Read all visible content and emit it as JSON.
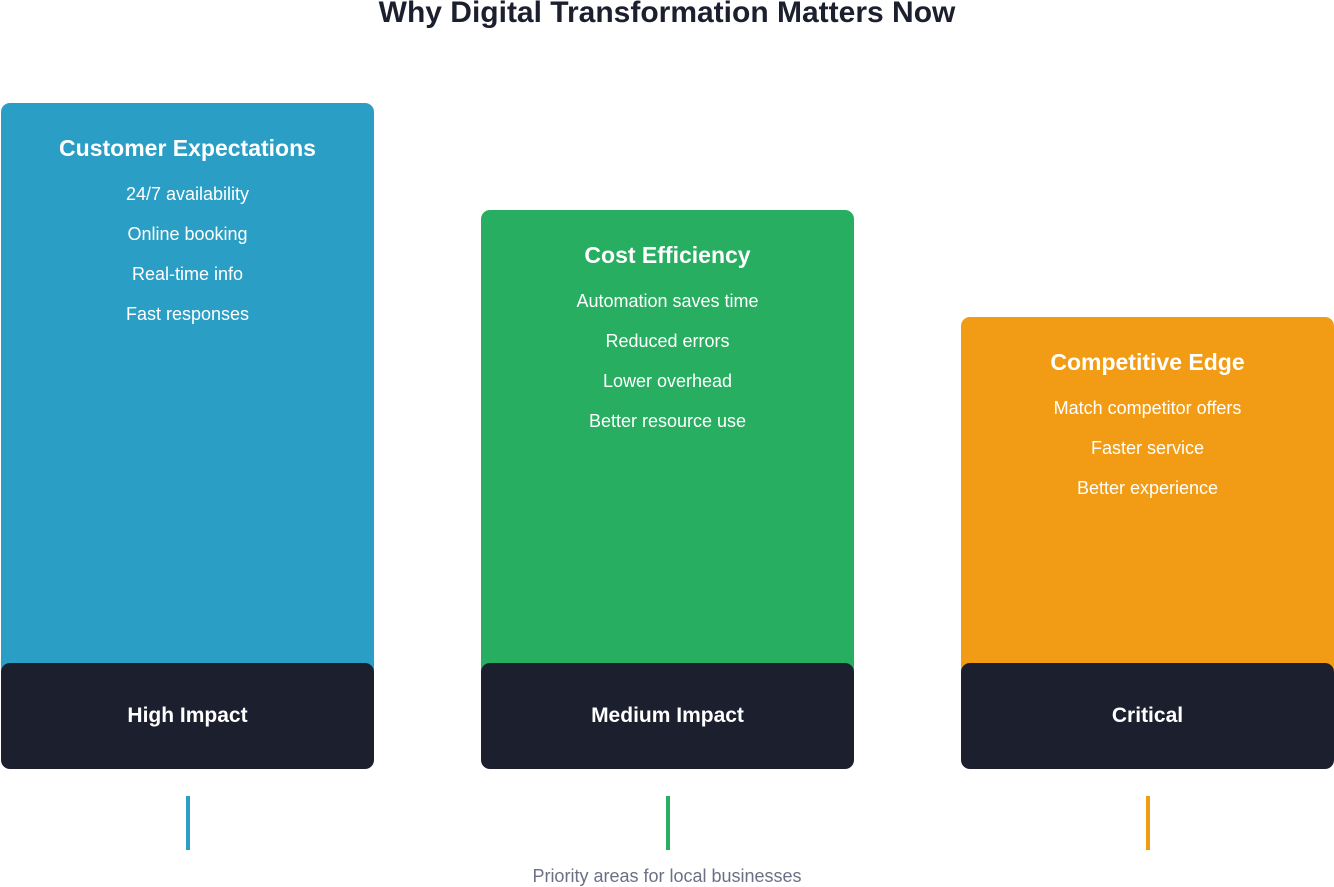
{
  "title": "Why Digital Transformation Matters Now",
  "columns": [
    {
      "title": "Customer Expectations",
      "items": [
        "24/7 availability",
        "Online booking",
        "Real-time info",
        "Fast responses"
      ],
      "footer": "High Impact",
      "color": "#2a9ec4"
    },
    {
      "title": "Cost Efficiency",
      "items": [
        "Automation saves time",
        "Reduced errors",
        "Lower overhead",
        "Better resource use"
      ],
      "footer": "Medium Impact",
      "color": "#27ae60"
    },
    {
      "title": "Competitive Edge",
      "items": [
        "Match competitor offers",
        "Faster service",
        "Better experience"
      ],
      "footer": "Critical",
      "color": "#f19c14"
    }
  ],
  "caption": "Priority areas for local businesses",
  "footer_color": "#1c1f2e"
}
